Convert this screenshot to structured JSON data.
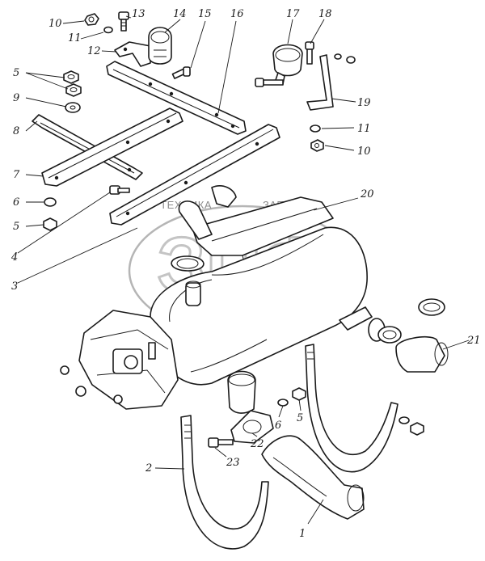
{
  "watermark": {
    "left_text": "ТЕХНИКА",
    "right_text": "ЗАПЧАСТИ",
    "logo_letters": "ЗПФ"
  },
  "callouts": [
    {
      "id": "c10a",
      "text": "10"
    },
    {
      "id": "c13",
      "text": "13"
    },
    {
      "id": "c14",
      "text": "14"
    },
    {
      "id": "c15",
      "text": "15"
    },
    {
      "id": "c16",
      "text": "16"
    },
    {
      "id": "c17",
      "text": "17"
    },
    {
      "id": "c18",
      "text": "18"
    },
    {
      "id": "c11a",
      "text": "11"
    },
    {
      "id": "c12",
      "text": "12"
    },
    {
      "id": "c5a",
      "text": "5"
    },
    {
      "id": "c9",
      "text": "9"
    },
    {
      "id": "c19",
      "text": "19"
    },
    {
      "id": "c8",
      "text": "8"
    },
    {
      "id": "c11b",
      "text": "11"
    },
    {
      "id": "c10b",
      "text": "10"
    },
    {
      "id": "c7",
      "text": "7"
    },
    {
      "id": "c6a",
      "text": "6"
    },
    {
      "id": "c20",
      "text": "20"
    },
    {
      "id": "c5b",
      "text": "5"
    },
    {
      "id": "c4",
      "text": "4"
    },
    {
      "id": "c3",
      "text": "3"
    },
    {
      "id": "c21",
      "text": "21"
    },
    {
      "id": "c6b",
      "text": "6"
    },
    {
      "id": "c5c",
      "text": "5"
    },
    {
      "id": "c22",
      "text": "22"
    },
    {
      "id": "c23",
      "text": "23"
    },
    {
      "id": "c2",
      "text": "2"
    },
    {
      "id": "c1",
      "text": "1"
    }
  ]
}
